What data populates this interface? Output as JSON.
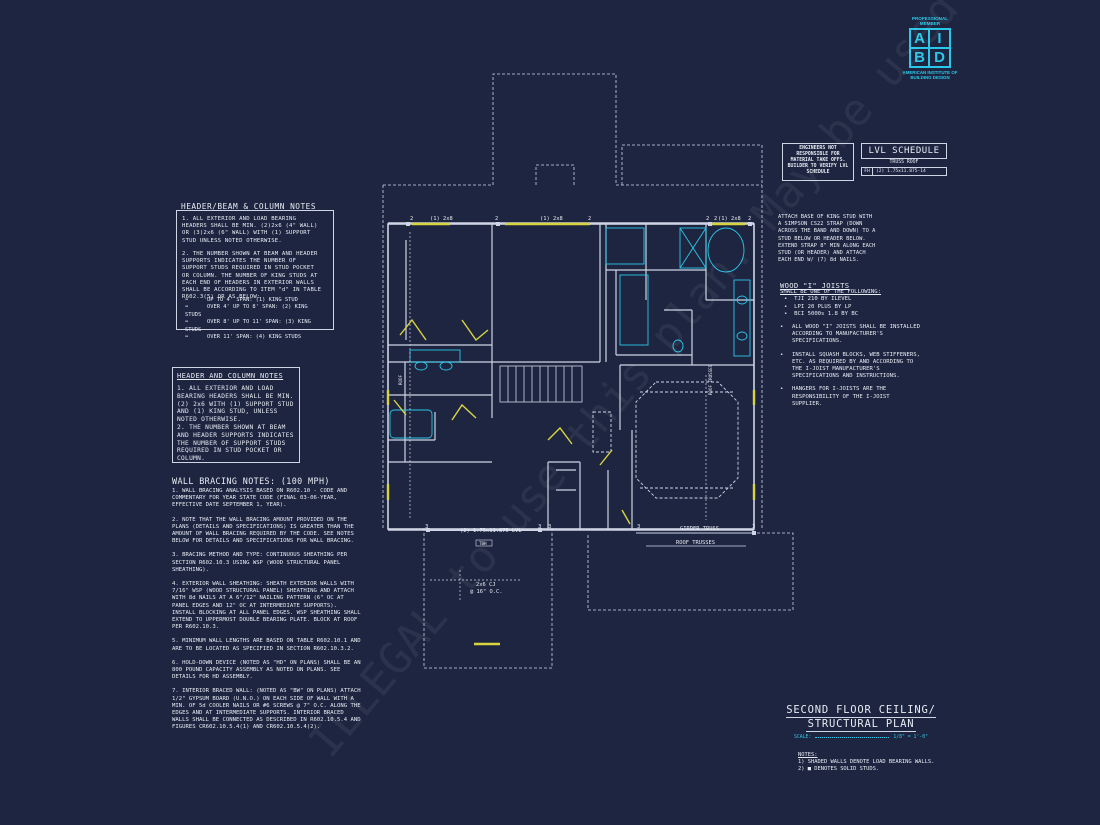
{
  "logo": {
    "top_text": "PROFESSIONAL MEMBER",
    "letters": [
      "A",
      "I",
      "B",
      "D"
    ],
    "bottom_text": "AMERICAN INSTITUTE OF BUILDING DESIGN"
  },
  "engineer_box": {
    "text": "ENGINEERS NOT RESPONSIBLE FOR MATERIAL TAKE OFFS. BUILDER TO VERIFY LVL SCHEDULE"
  },
  "lvl_schedule": {
    "title": "LVL SCHEDULE",
    "subtitle": "TRUSS ROOF",
    "row_key": "FH",
    "row_value": "(2) 1.75x11.875-14"
  },
  "header_beam_notes": {
    "title": "HEADER/BEAM & COLUMN NOTES",
    "items": [
      "1.   ALL EXTERIOR AND LOAD BEARING HEADERS SHALL BE MIN. (2)2x6 (4\" WALL) OR (3)2x6 (6\" WALL) WITH (1) SUPPORT STUD UNLESS NOTED OTHERWISE.",
      "2.   THE NUMBER SHOWN AT BEAM AND HEADER SUPPORTS INDICATES THE NUMBER OF SUPPORT STUDS REQUIRED IN STUD POCKET OR COLUMN. THE NUMBER OF KING STUDS AT EACH END OF HEADERS IN EXTERIOR WALLS SHALL BE ACCORDING TO ITEM \"d\" IN TABLE R602.3(5) OR AS BELOW:"
    ],
    "spans": [
      "UP TO 4' SPAN: (1) KING STUD",
      "OVER 4' UP TO 8' SPAN: (2) KING STUDS",
      "OVER 8' UP TO 11' SPAN: (3) KING STUDS",
      "OVER 11' SPAN: (4) KING STUDS"
    ]
  },
  "header_column_notes": {
    "title": "HEADER AND COLUMN NOTES",
    "items": [
      "1. ALL EXTERIOR AND LOAD BEARING HEADERS SHALL BE MIN. (2) 2x6 WITH (1) SUPPORT STUD AND (1) KING STUD, UNLESS NOTED OTHERWISE.",
      "2. THE NUMBER SHOWN AT BEAM AND HEADER SUPPORTS INDICATES THE NUMBER OF SUPPORT STUDS REQUIRED IN STUD POCKET OR COLUMN."
    ]
  },
  "wall_bracing": {
    "title": "WALL BRACING NOTES: (100 MPH)",
    "items": [
      "1. WALL BRACING ANALYSIS BASED ON R602.10 - CODE AND COMMENTARY FOR YEAR STATE CODE (FINAL 03-06-YEAR, EFFECTIVE DATE SEPTEMBER 1, YEAR).",
      "2. NOTE THAT THE WALL BRACING AMOUNT PROVIDED ON THE PLANS (DETAILS AND SPECIFICATIONS) IS GREATER THAN THE AMOUNT OF WALL BRACING REQUIRED BY THE CODE. SEE NOTES BELOW FOR DETAILS AND SPECIFICATIONS FOR WALL BRACING.",
      "3. BRACING METHOD AND TYPE: CONTINUOUS SHEATHING PER SECTION R602.10.3 USING WSP (WOOD STRUCTURAL PANEL SHEATHING).",
      "4. EXTERIOR WALL SHEATHING: SHEATH EXTERIOR WALLS WITH 7/16\" WSP (WOOD STRUCTURAL PANEL) SHEATHING AND ATTACH WITH 8d NAILS AT A 6\"/12\" NAILING PATTERN (6\" OC AT PANEL EDGES AND 12\" OC AT INTERMEDIATE SUPPORTS). INSTALL BLOCKING AT ALL PANEL EDGES. WSP SHEATHING SHALL EXTEND TO UPPERMOST DOUBLE BEARING PLATE. BLOCK AT ROOF PER R602.10.3.",
      "5. MINIMUM WALL LENGTHS ARE BASED ON TABLE R602.10.1 AND ARE TO BE LOCATED AS SPECIFIED IN SECTION R602.10.3.2.",
      "6. HOLD-DOWN DEVICE (NOTED AS \"HD\" ON PLANS) SHALL BE AN 800 POUND CAPACITY ASSEMBLY AS NOTED ON PLANS. SEE DETAILS FOR HD ASSEMBLY.",
      "7. INTERIOR BRACED WALL: (NOTED AS \"BW\" ON PLANS) ATTACH 1/2\" GYPSUM BOARD (U.N.O.) ON EACH SIDE OF WALL WITH A MIN. OF 5d COOLER NAILS OR #6 SCREWS @ 7\" O.C. ALONG THE EDGES AND AT INTERMEDIATE SUPPORTS. INTERIOR BRACED WALLS SHALL BE CONNECTED AS DESCRIBED IN R602.10.5.4 AND FIGURES CR602.10.5.4(1) AND CR602.10.5.4(2)."
    ]
  },
  "strap_note": {
    "text": "ATTACH BASE OF KING STUD WITH A SIMPSON CS22 STRAP (DOWN ACROSS THE BAND AND DOWN) TO A STUD BELOW OR HEADER BELOW. EXTEND STRAP 8\" MIN ALONG EACH STUD (OR HEADER) AND ATTACH EACH END W/ (7) 8d NAILS."
  },
  "wood_joists": {
    "title": "WOOD \"I\" JOISTS",
    "subtitle": "SHALL BE ONE OF THE FOLLOWING:",
    "options": [
      "TJI 210 BY ILEVEL",
      "LPI 20 PLUS BY LP",
      "BCI 5000s 1.8 BY BC"
    ],
    "items": [
      "ALL WOOD \"I\" JOISTS SHALL BE INSTALLED ACCORDING TO MANUFACTURER'S SPECIFICATIONS.",
      "INSTALL SQUASH BLOCKS, WEB STIFFENERS, ETC. AS REQUIRED BY AND ACCORDING TO THE I-JOIST MANUFACTURER'S SPECIFICATIONS AND INSTRUCTIONS.",
      "HANGERS FOR I-JOISTS ARE THE RESPONSIBILITY OF THE I-JOIST SUPPLIER."
    ]
  },
  "plan_labels": {
    "hdr_1": "(1) 2x8",
    "hdr_2": "(1) 2x8",
    "hdr_3": "(1) 2x8",
    "num_2a": "2",
    "num_2b": "2",
    "num_2c": "2",
    "num_2d": "2",
    "num_2e": "2",
    "num_2f": "2",
    "num_3a": "3",
    "num_3b": "3",
    "num_3c": "3",
    "num_3d": "3",
    "num_3e": "3",
    "lvl": "(2) 1.75x11.875 LVL",
    "girder": "GIRDER TRUSS",
    "roof_trusses": "ROOF TRUSSES",
    "tbh": "TBH",
    "joist_1": "2x6 CJ",
    "joist_2": "@ 16\" O.C.",
    "scuttle_1": "ROOF",
    "scuttle_2": "ROOF TRUSSES"
  },
  "title_block": {
    "title_line1": "SECOND FLOOR CEILING/",
    "title_line2": "STRUCTURAL PLAN",
    "scale_label": "SCALE:",
    "scale_value": "1/8\" = 1'-0\""
  },
  "notes": {
    "title": "NOTES:",
    "items": [
      "1) SHADED WALLS DENOTE LOAD BEARING WALLS.",
      "2) ■ DENOTES SOLID STUDS."
    ]
  },
  "watermark": "ILLEGAL to use this plan. May be used for Estimates only.",
  "colors": {
    "background": "#1e2540",
    "line": "#cfd5e4",
    "accent": "#29c8e8",
    "bearing": "#d8d440"
  }
}
